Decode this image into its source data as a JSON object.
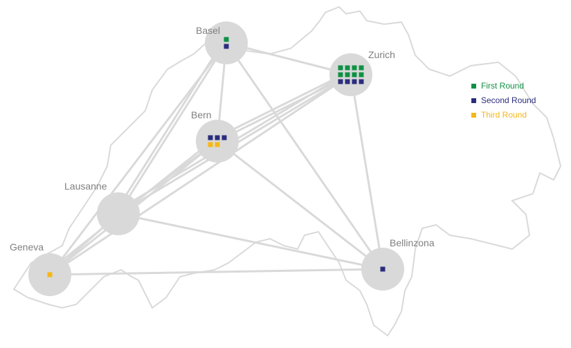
{
  "colors": {
    "first": "#0f9145",
    "second": "#2b2d7c",
    "third": "#f6b716",
    "node": "#d9d9d9",
    "edge": "#d9d9d9",
    "outline": "#d9d9d9",
    "label": "#808080"
  },
  "legend": [
    {
      "key": "first",
      "label": "First Round"
    },
    {
      "key": "second",
      "label": "Second Round"
    },
    {
      "key": "third",
      "label": "Third Round"
    }
  ],
  "nodes": [
    {
      "id": "basel",
      "name": "Basel",
      "first": 1,
      "second": 1,
      "third": 0
    },
    {
      "id": "zurich",
      "name": "Zurich",
      "first": 8,
      "second": 4,
      "third": 0
    },
    {
      "id": "bern",
      "name": "Bern",
      "first": 0,
      "second": 3,
      "third": 2
    },
    {
      "id": "lausanne",
      "name": "Lausanne",
      "first": 0,
      "second": 0,
      "third": 0
    },
    {
      "id": "geneva",
      "name": "Geneva",
      "first": 0,
      "second": 0,
      "third": 1
    },
    {
      "id": "bellinzona",
      "name": "Bellinzona",
      "first": 0,
      "second": 1,
      "third": 0
    }
  ],
  "edges": [
    [
      "basel",
      "zurich"
    ],
    [
      "basel",
      "bern"
    ],
    [
      "basel",
      "lausanne"
    ],
    [
      "basel",
      "lausanne"
    ],
    [
      "basel",
      "geneva"
    ],
    [
      "basel",
      "bellinzona"
    ],
    [
      "zurich",
      "bern"
    ],
    [
      "zurich",
      "bern"
    ],
    [
      "zurich",
      "lausanne"
    ],
    [
      "zurich",
      "lausanne"
    ],
    [
      "zurich",
      "geneva"
    ],
    [
      "zurich",
      "bellinzona"
    ],
    [
      "bern",
      "lausanne"
    ],
    [
      "bern",
      "geneva"
    ],
    [
      "bern",
      "geneva"
    ],
    [
      "bern",
      "bellinzona"
    ],
    [
      "lausanne",
      "geneva"
    ],
    [
      "lausanne",
      "bellinzona"
    ],
    [
      "geneva",
      "bellinzona"
    ]
  ]
}
